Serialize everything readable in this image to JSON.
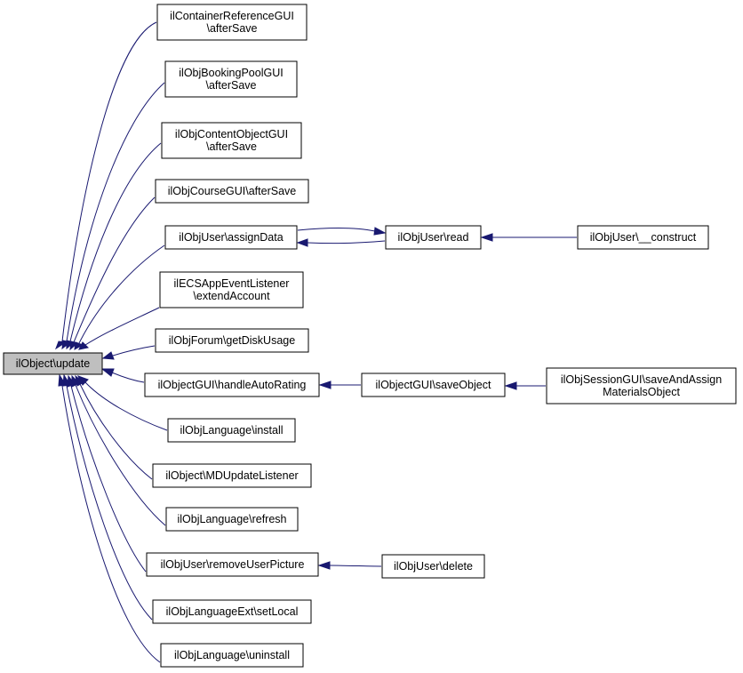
{
  "nodes": [
    {
      "id": "n0",
      "lines": [
        "ilObject\\update"
      ]
    },
    {
      "id": "n1",
      "lines": [
        "ilContainerReferenceGUI",
        "\\afterSave"
      ]
    },
    {
      "id": "n2",
      "lines": [
        "ilObjBookingPoolGUI",
        "\\afterSave"
      ]
    },
    {
      "id": "n3",
      "lines": [
        "ilObjContentObjectGUI",
        "\\afterSave"
      ]
    },
    {
      "id": "n4",
      "lines": [
        "ilObjCourseGUI\\afterSave"
      ]
    },
    {
      "id": "n5",
      "lines": [
        "ilObjUser\\assignData"
      ]
    },
    {
      "id": "n6",
      "lines": [
        "ilECSAppEventListener",
        "\\extendAccount"
      ]
    },
    {
      "id": "n7",
      "lines": [
        "ilObjForum\\getDiskUsage"
      ]
    },
    {
      "id": "n8",
      "lines": [
        "ilObjectGUI\\handleAutoRating"
      ]
    },
    {
      "id": "n9",
      "lines": [
        "ilObjLanguage\\install"
      ]
    },
    {
      "id": "n10",
      "lines": [
        "ilObject\\MDUpdateListener"
      ]
    },
    {
      "id": "n11",
      "lines": [
        "ilObjLanguage\\refresh"
      ]
    },
    {
      "id": "n12",
      "lines": [
        "ilObjUser\\removeUserPicture"
      ]
    },
    {
      "id": "n13",
      "lines": [
        "ilObjLanguageExt\\setLocal"
      ]
    },
    {
      "id": "n14",
      "lines": [
        "ilObjLanguage\\uninstall"
      ]
    },
    {
      "id": "n15",
      "lines": [
        "ilObjUser\\read"
      ]
    },
    {
      "id": "n16",
      "lines": [
        "ilObjUser\\__construct"
      ]
    },
    {
      "id": "n17",
      "lines": [
        "ilObjectGUI\\saveObject"
      ]
    },
    {
      "id": "n18",
      "lines": [
        "ilObjSessionGUI\\saveAndAssign",
        "MaterialsObject"
      ]
    },
    {
      "id": "n19",
      "lines": [
        "ilObjUser\\delete"
      ]
    }
  ],
  "edges": [
    {
      "from": "n1",
      "to": "n0"
    },
    {
      "from": "n2",
      "to": "n0"
    },
    {
      "from": "n3",
      "to": "n0"
    },
    {
      "from": "n4",
      "to": "n0"
    },
    {
      "from": "n5",
      "to": "n0"
    },
    {
      "from": "n6",
      "to": "n0"
    },
    {
      "from": "n7",
      "to": "n0"
    },
    {
      "from": "n8",
      "to": "n0"
    },
    {
      "from": "n9",
      "to": "n0"
    },
    {
      "from": "n10",
      "to": "n0"
    },
    {
      "from": "n11",
      "to": "n0"
    },
    {
      "from": "n12",
      "to": "n0"
    },
    {
      "from": "n13",
      "to": "n0"
    },
    {
      "from": "n14",
      "to": "n0"
    },
    {
      "from": "n15",
      "to": "n5"
    },
    {
      "from": "n5",
      "to": "n15"
    },
    {
      "from": "n16",
      "to": "n15"
    },
    {
      "from": "n17",
      "to": "n8"
    },
    {
      "from": "n18",
      "to": "n17"
    },
    {
      "from": "n19",
      "to": "n12"
    }
  ],
  "colors": {
    "edge": "#191970",
    "focus_fill": "#bfbfbf",
    "node_fill": "#ffffff",
    "node_stroke": "#000000"
  }
}
